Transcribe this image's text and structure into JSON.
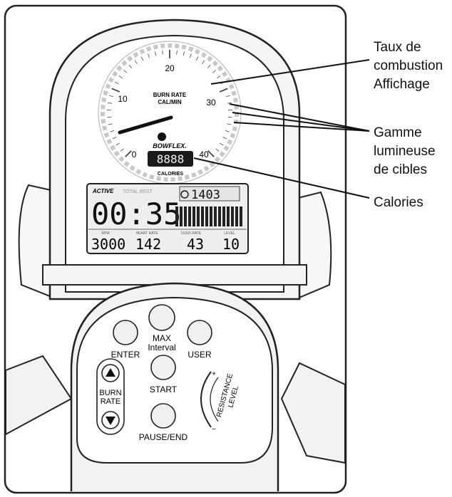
{
  "gauge": {
    "ticks": [
      "0",
      "10",
      "20",
      "30",
      "40"
    ],
    "label_line1": "BURN RATE",
    "label_line2": "CAL/MIN",
    "brand": "BOWFLEX.",
    "calorie_digits": "8888",
    "calorie_label": "CALORIES"
  },
  "lcd": {
    "logo": "ACTIVE",
    "header_text": "TOTAL BEST",
    "time": "00:35",
    "small_readout": "1403",
    "footer_labels": [
      "RPM",
      "HEART RATE",
      "OVER RATE",
      "LEVEL"
    ],
    "rpm": "3000",
    "heart_rate": "142",
    "over_rate": "43",
    "level": "10"
  },
  "console": {
    "enter_label": "ENTER",
    "max_label_line1": "MAX",
    "max_label_line2": "Interval",
    "user_label": "USER",
    "start_label": "START",
    "burn_rate_line1": "BURN",
    "burn_rate_line2": "RATE",
    "pause_end_label": "PAUSE/END",
    "resistance_line1": "RESISTANCE",
    "resistance_line2": "LEVEL",
    "plus_sign": "+",
    "minus_sign": "−"
  },
  "callouts": {
    "burn_rate_display": [
      "Taux de",
      "combustion",
      "Affichage"
    ],
    "target_range": [
      "Gamme",
      "lumineuse",
      "de cibles"
    ],
    "calories": [
      "Calories"
    ]
  }
}
